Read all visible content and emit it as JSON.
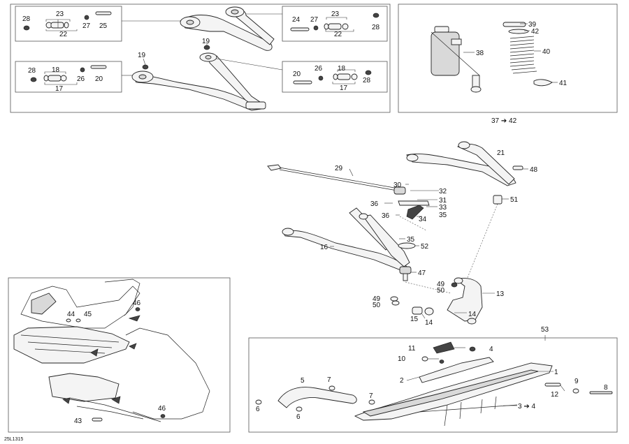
{
  "drawing_ref": "25L1315",
  "callouts": {
    "c1": "1",
    "c2": "2",
    "c3to4": "3 ➔ 4",
    "c4": "4",
    "c5": "5",
    "c6a": "6",
    "c6b": "6",
    "c7a": "7",
    "c7b": "7",
    "c8": "8",
    "c9": "9",
    "c10": "10",
    "c11": "11",
    "c12": "12",
    "c13": "13",
    "c14a": "14",
    "c14b": "14",
    "c15": "15",
    "c16": "16",
    "c17a": "17",
    "c17b": "17",
    "c18a": "18",
    "c18b": "18",
    "c19a": "19",
    "c19b": "19",
    "c20a": "20",
    "c20b": "20",
    "c21": "21",
    "c22a": "22",
    "c22b": "22",
    "c23a": "23",
    "c23b": "23",
    "c24": "24",
    "c25": "25",
    "c26a": "26",
    "c26b": "26",
    "c27a": "27",
    "c27b": "27",
    "c28a": "28",
    "c28b": "28",
    "c28c": "28",
    "c28d": "28",
    "c29": "29",
    "c30": "30",
    "c31": "31",
    "c32": "32",
    "c33": "33",
    "c34": "34",
    "c35a": "35",
    "c35b": "35",
    "c36a": "36",
    "c36b": "36",
    "c37to42": "37 ➔ 42",
    "c38": "38",
    "c39": "39",
    "c40": "40",
    "c41": "41",
    "c42": "42",
    "c43": "43",
    "c44": "44",
    "c45": "45",
    "c46a": "46",
    "c46b": "46",
    "c47": "47",
    "c48": "48",
    "c49a": "49",
    "c49b": "49",
    "c50a": "50",
    "c50b": "50",
    "c51": "51",
    "c52": "52",
    "c53": "53"
  }
}
